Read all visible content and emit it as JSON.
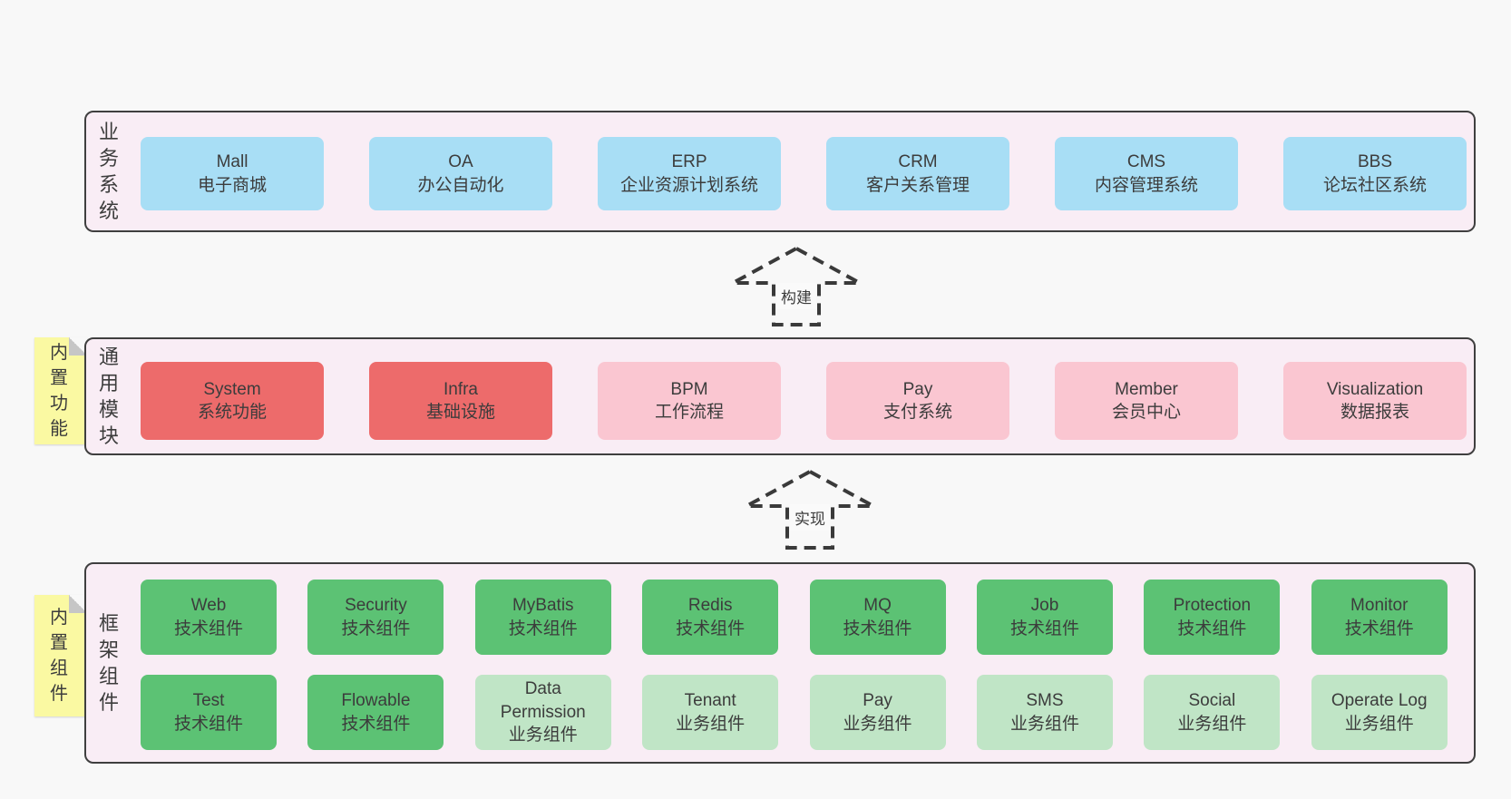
{
  "diagram": {
    "layers": [
      {
        "label": "业务系统",
        "rows": [
          [
            {
              "title": "Mall",
              "subtitle": "电子商城",
              "variant": "blue"
            },
            {
              "title": "OA",
              "subtitle": "办公自动化",
              "variant": "blue"
            },
            {
              "title": "ERP",
              "subtitle": "企业资源计划系统",
              "variant": "blue"
            },
            {
              "title": "CRM",
              "subtitle": "客户关系管理",
              "variant": "blue"
            },
            {
              "title": "CMS",
              "subtitle": "内容管理系统",
              "variant": "blue"
            },
            {
              "title": "BBS",
              "subtitle": "论坛社区系统",
              "variant": "blue"
            }
          ]
        ]
      },
      {
        "label": "通用模块",
        "note": "内置功能",
        "rows": [
          [
            {
              "title": "System",
              "subtitle": "系统功能",
              "variant": "red"
            },
            {
              "title": "Infra",
              "subtitle": "基础设施",
              "variant": "red"
            },
            {
              "title": "BPM",
              "subtitle": "工作流程",
              "variant": "pink"
            },
            {
              "title": "Pay",
              "subtitle": "支付系统",
              "variant": "pink"
            },
            {
              "title": "Member",
              "subtitle": "会员中心",
              "variant": "pink"
            },
            {
              "title": "Visualization",
              "subtitle": "数据报表",
              "variant": "pink"
            }
          ]
        ]
      },
      {
        "label": "框架组件",
        "note": "内置组件",
        "rows": [
          [
            {
              "title": "Web",
              "subtitle": "技术组件",
              "variant": "green"
            },
            {
              "title": "Security",
              "subtitle": "技术组件",
              "variant": "green"
            },
            {
              "title": "MyBatis",
              "subtitle": "技术组件",
              "variant": "green"
            },
            {
              "title": "Redis",
              "subtitle": "技术组件",
              "variant": "green"
            },
            {
              "title": "MQ",
              "subtitle": "技术组件",
              "variant": "green"
            },
            {
              "title": "Job",
              "subtitle": "技术组件",
              "variant": "green"
            },
            {
              "title": "Protection",
              "subtitle": "技术组件",
              "variant": "green"
            },
            {
              "title": "Monitor",
              "subtitle": "技术组件",
              "variant": "green"
            }
          ],
          [
            {
              "title": "Test",
              "subtitle": "技术组件",
              "variant": "green"
            },
            {
              "title": "Flowable",
              "subtitle": "技术组件",
              "variant": "green"
            },
            {
              "title": "Data Permission",
              "subtitle": "业务组件",
              "variant": "lightgreen"
            },
            {
              "title": "Tenant",
              "subtitle": "业务组件",
              "variant": "lightgreen"
            },
            {
              "title": "Pay",
              "subtitle": "业务组件",
              "variant": "lightgreen"
            },
            {
              "title": "SMS",
              "subtitle": "业务组件",
              "variant": "lightgreen"
            },
            {
              "title": "Social",
              "subtitle": "业务组件",
              "variant": "lightgreen"
            },
            {
              "title": "Operate Log",
              "subtitle": "业务组件",
              "variant": "lightgreen"
            }
          ]
        ]
      }
    ],
    "arrows": [
      {
        "label": "构建"
      },
      {
        "label": "实现"
      }
    ],
    "colors": {
      "page_bg": "#f8f8f8",
      "panel_bg": "#f9edf5",
      "panel_border": "#3f3f3f",
      "blue": "#a8def5",
      "red": "#ed6b6b",
      "pink": "#fac6d1",
      "green": "#5cc274",
      "lightgreen": "#c0e5c6",
      "note_yellow": "#faf9a2",
      "text": "#3c3c3c"
    }
  }
}
